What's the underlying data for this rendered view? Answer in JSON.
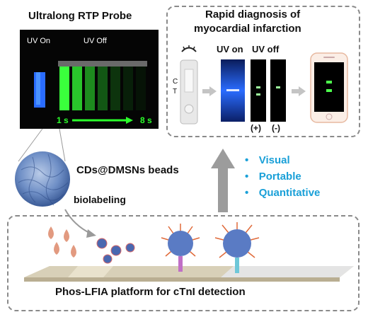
{
  "rtp_probe": {
    "title": "Ultralong  RTP Probe",
    "uv_on_label": "UV On",
    "uv_off_label": "UV Off",
    "time_start": "1 s",
    "time_end": "8 s"
  },
  "diagnosis": {
    "title_line1": "Rapid diagnosis of",
    "title_line2": "myocardial infarction",
    "uv_on_label": "UV on",
    "uv_off_label": "UV off",
    "strip_c": "C",
    "strip_t": "T",
    "positive_label": "(+)",
    "negative_label": "(-)"
  },
  "beads_label": "CDs@DMSNs beads",
  "biolabeling_label": "biolabeling",
  "features": [
    "Visual",
    "Portable",
    "Quantitative"
  ],
  "platform_label": "Phos-LFIA platform for cTnI detection",
  "colors": {
    "accent_cyan": "#1aa0d8",
    "phosphor_green": "#39ff3a",
    "uv_blue": "#2a6cff",
    "dash_gray": "#8a8a8a"
  }
}
